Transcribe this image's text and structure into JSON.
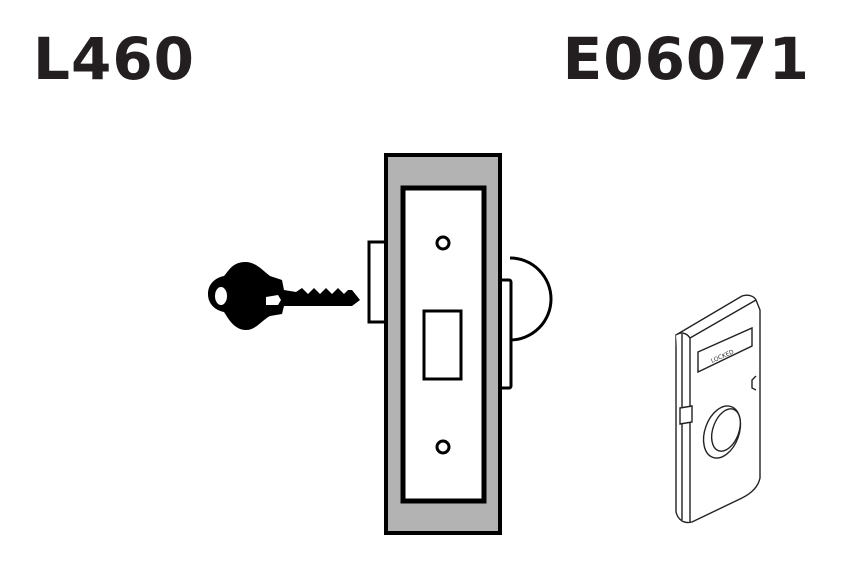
{
  "titles": {
    "left": "L460",
    "right": "E06071"
  },
  "diagram": {
    "key": {
      "icon": "key-icon"
    },
    "lock_body": {
      "icon": "mortise-lock-icon",
      "face_fill": "#b3b3b3",
      "outline": "#000000"
    },
    "indicator": {
      "icon": "lock-indicator-escutcheon-icon",
      "label": "LOCKED"
    }
  },
  "colors": {
    "text": "#231f20",
    "plate": "#b3b3b3",
    "line": "#000000",
    "background": "#ffffff"
  }
}
